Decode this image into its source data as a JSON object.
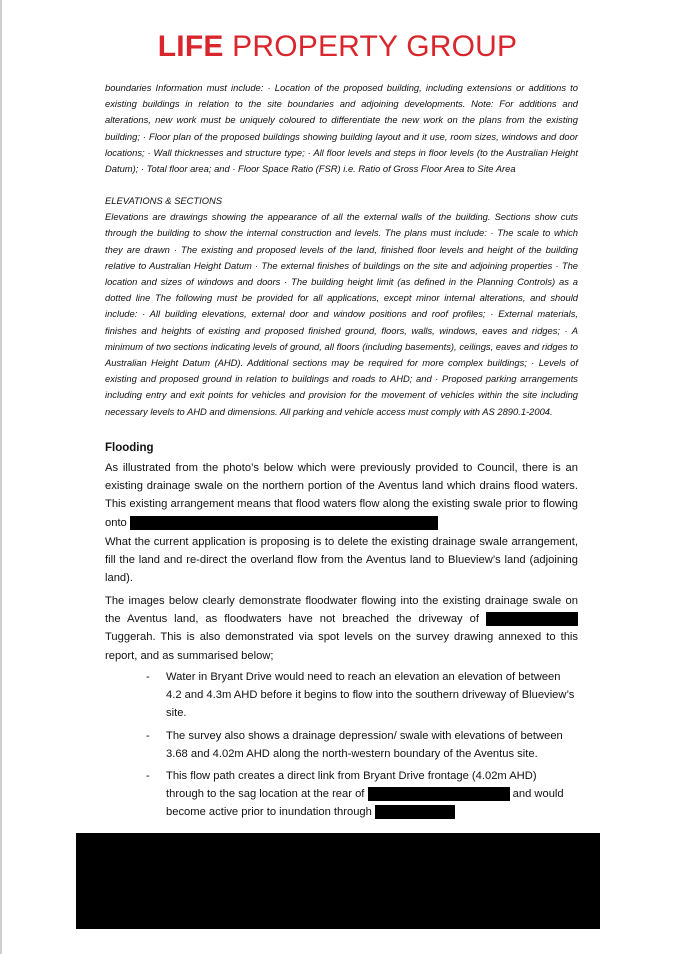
{
  "header": {
    "brand_bold": "LIFE",
    "brand_rest": "PROPERTY GROUP",
    "brand_color": "#d9262c"
  },
  "plans_text": "boundaries Information must include: · Location of the proposed building, including extensions or additions to existing buildings in relation to the site boundaries and adjoining developments. Note: For additions and alterations, new work must be uniquely coloured to differentiate the new work on the plans from the existing building; · Floor plan of the proposed buildings showing building layout and it use, room sizes, windows and door locations; · Wall thicknesses and structure type; · All floor levels and steps in floor levels (to the Australian Height Datum); · Total floor area; and · Floor Space Ratio (FSR) i.e. Ratio of Gross Floor Area to Site Area",
  "elevations": {
    "heading": "ELEVATIONS & SECTIONS",
    "text": "Elevations are drawings showing the appearance of all the external walls of the building. Sections show cuts through the building to show the internal construction and levels. The plans must include: · The scale to which they are drawn · The existing and proposed levels of the land, finished floor levels and height of the building relative to Australian Height Datum · The external finishes of buildings on the site and adjoining properties · The location and sizes of windows and doors · The building height limit (as defined in the Planning Controls) as a dotted line The following must be provided for all applications, except minor internal alterations, and should include: · All building elevations, external door and window positions and roof profiles; · External materials, finishes and heights of existing and proposed finished ground, floors, walls, windows, eaves and ridges; · A minimum of two sections indicating levels of ground, all floors (including basements), ceilings, eaves and ridges to Australian Height Datum (AHD). Additional sections may be required for more complex buildings; · Levels of existing and proposed ground in relation to buildings and roads to AHD; and · Proposed parking arrangements including entry and exit points for vehicles and provision for the movement of vehicles within the site including necessary levels to AHD and dimensions. All parking and vehicle access must comply with AS 2890.1-2004."
  },
  "flooding": {
    "heading": "Flooding",
    "para1": "As illustrated from the photo’s below which were previously provided to Council, there is an existing drainage swale on the northern portion of the Aventus land which drains flood waters. This existing arrangement means that flood waters flow along the existing swale prior to flowing onto",
    "para2": "What the current application is proposing is to delete the existing drainage swale arrangement, fill the land and re-direct the overland flow from the Aventus land to Blueview’s land (adjoining land).",
    "para3_a": "The images below clearly demonstrate floodwater flowing into the existing drainage swale on the Aventus land, as floodwaters have not breached the driveway of",
    "para3_b": "Tuggerah. This is also demonstrated via spot levels on the survey drawing annexed to this report, and as summarised below;",
    "bullets": [
      {
        "dash": "-",
        "text": "Water in Bryant Drive would need to reach an elevation an elevation of between 4.2 and 4.3m AHD before it begins to flow into the southern driveway of Blueview’s site."
      },
      {
        "dash": "-",
        "text": "The survey also shows a drainage depression/ swale with elevations of between 3.68 and 4.02m AHD along the north-western boundary of the Aventus site."
      }
    ],
    "bullet3": {
      "dash": "-",
      "line1": "This flow path creates a direct link from Bryant Drive frontage (4.02m AHD)",
      "line2_a": "through to the sag location at the rear of",
      "line2_b": "and would",
      "line3": "become active prior to inundation through"
    }
  }
}
